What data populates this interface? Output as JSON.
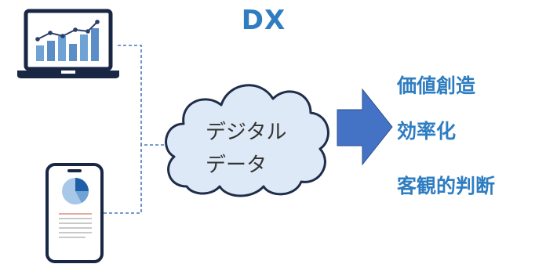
{
  "title": "DX",
  "cloud": {
    "line1": "デジタル",
    "line2": "データ"
  },
  "outcomes": [
    "価値創造",
    "効率化",
    "客観的判断"
  ],
  "colors": {
    "accent": "#2f7dc1",
    "arrow": "#4472c4",
    "cloud_fill": "#dde9f6",
    "cloud_stroke": "#1f2d4a",
    "device_outline": "#1a2744",
    "connector": "#4a78b8"
  },
  "icons": {
    "laptop": "laptop-chart-icon",
    "phone": "smartphone-pie-icon",
    "cloud": "cloud-icon",
    "arrow": "right-arrow-icon"
  }
}
